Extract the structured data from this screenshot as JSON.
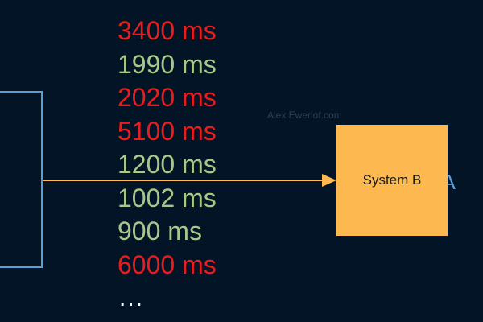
{
  "system_a": {
    "label": "A"
  },
  "system_b": {
    "label": "System B"
  },
  "watermark": "Alex Ewerlof.com",
  "timings": [
    {
      "text": "3400 ms",
      "status": "slow"
    },
    {
      "text": "1990 ms",
      "status": "fast"
    },
    {
      "text": "2020 ms",
      "status": "slow"
    },
    {
      "text": "5100 ms",
      "status": "slow"
    },
    {
      "text": "1200 ms",
      "status": "fast"
    },
    {
      "text": "1002 ms",
      "status": "fast"
    },
    {
      "text": "900 ms",
      "status": "fast"
    },
    {
      "text": "6000 ms",
      "status": "slow"
    }
  ],
  "ellipsis": "...",
  "colors": {
    "background": "#031426",
    "slow": "#ea1c1c",
    "fast": "#a6c987",
    "system_a": "#5a9fd6",
    "system_b": "#fdb94f",
    "arrow": "#fdb94f"
  }
}
